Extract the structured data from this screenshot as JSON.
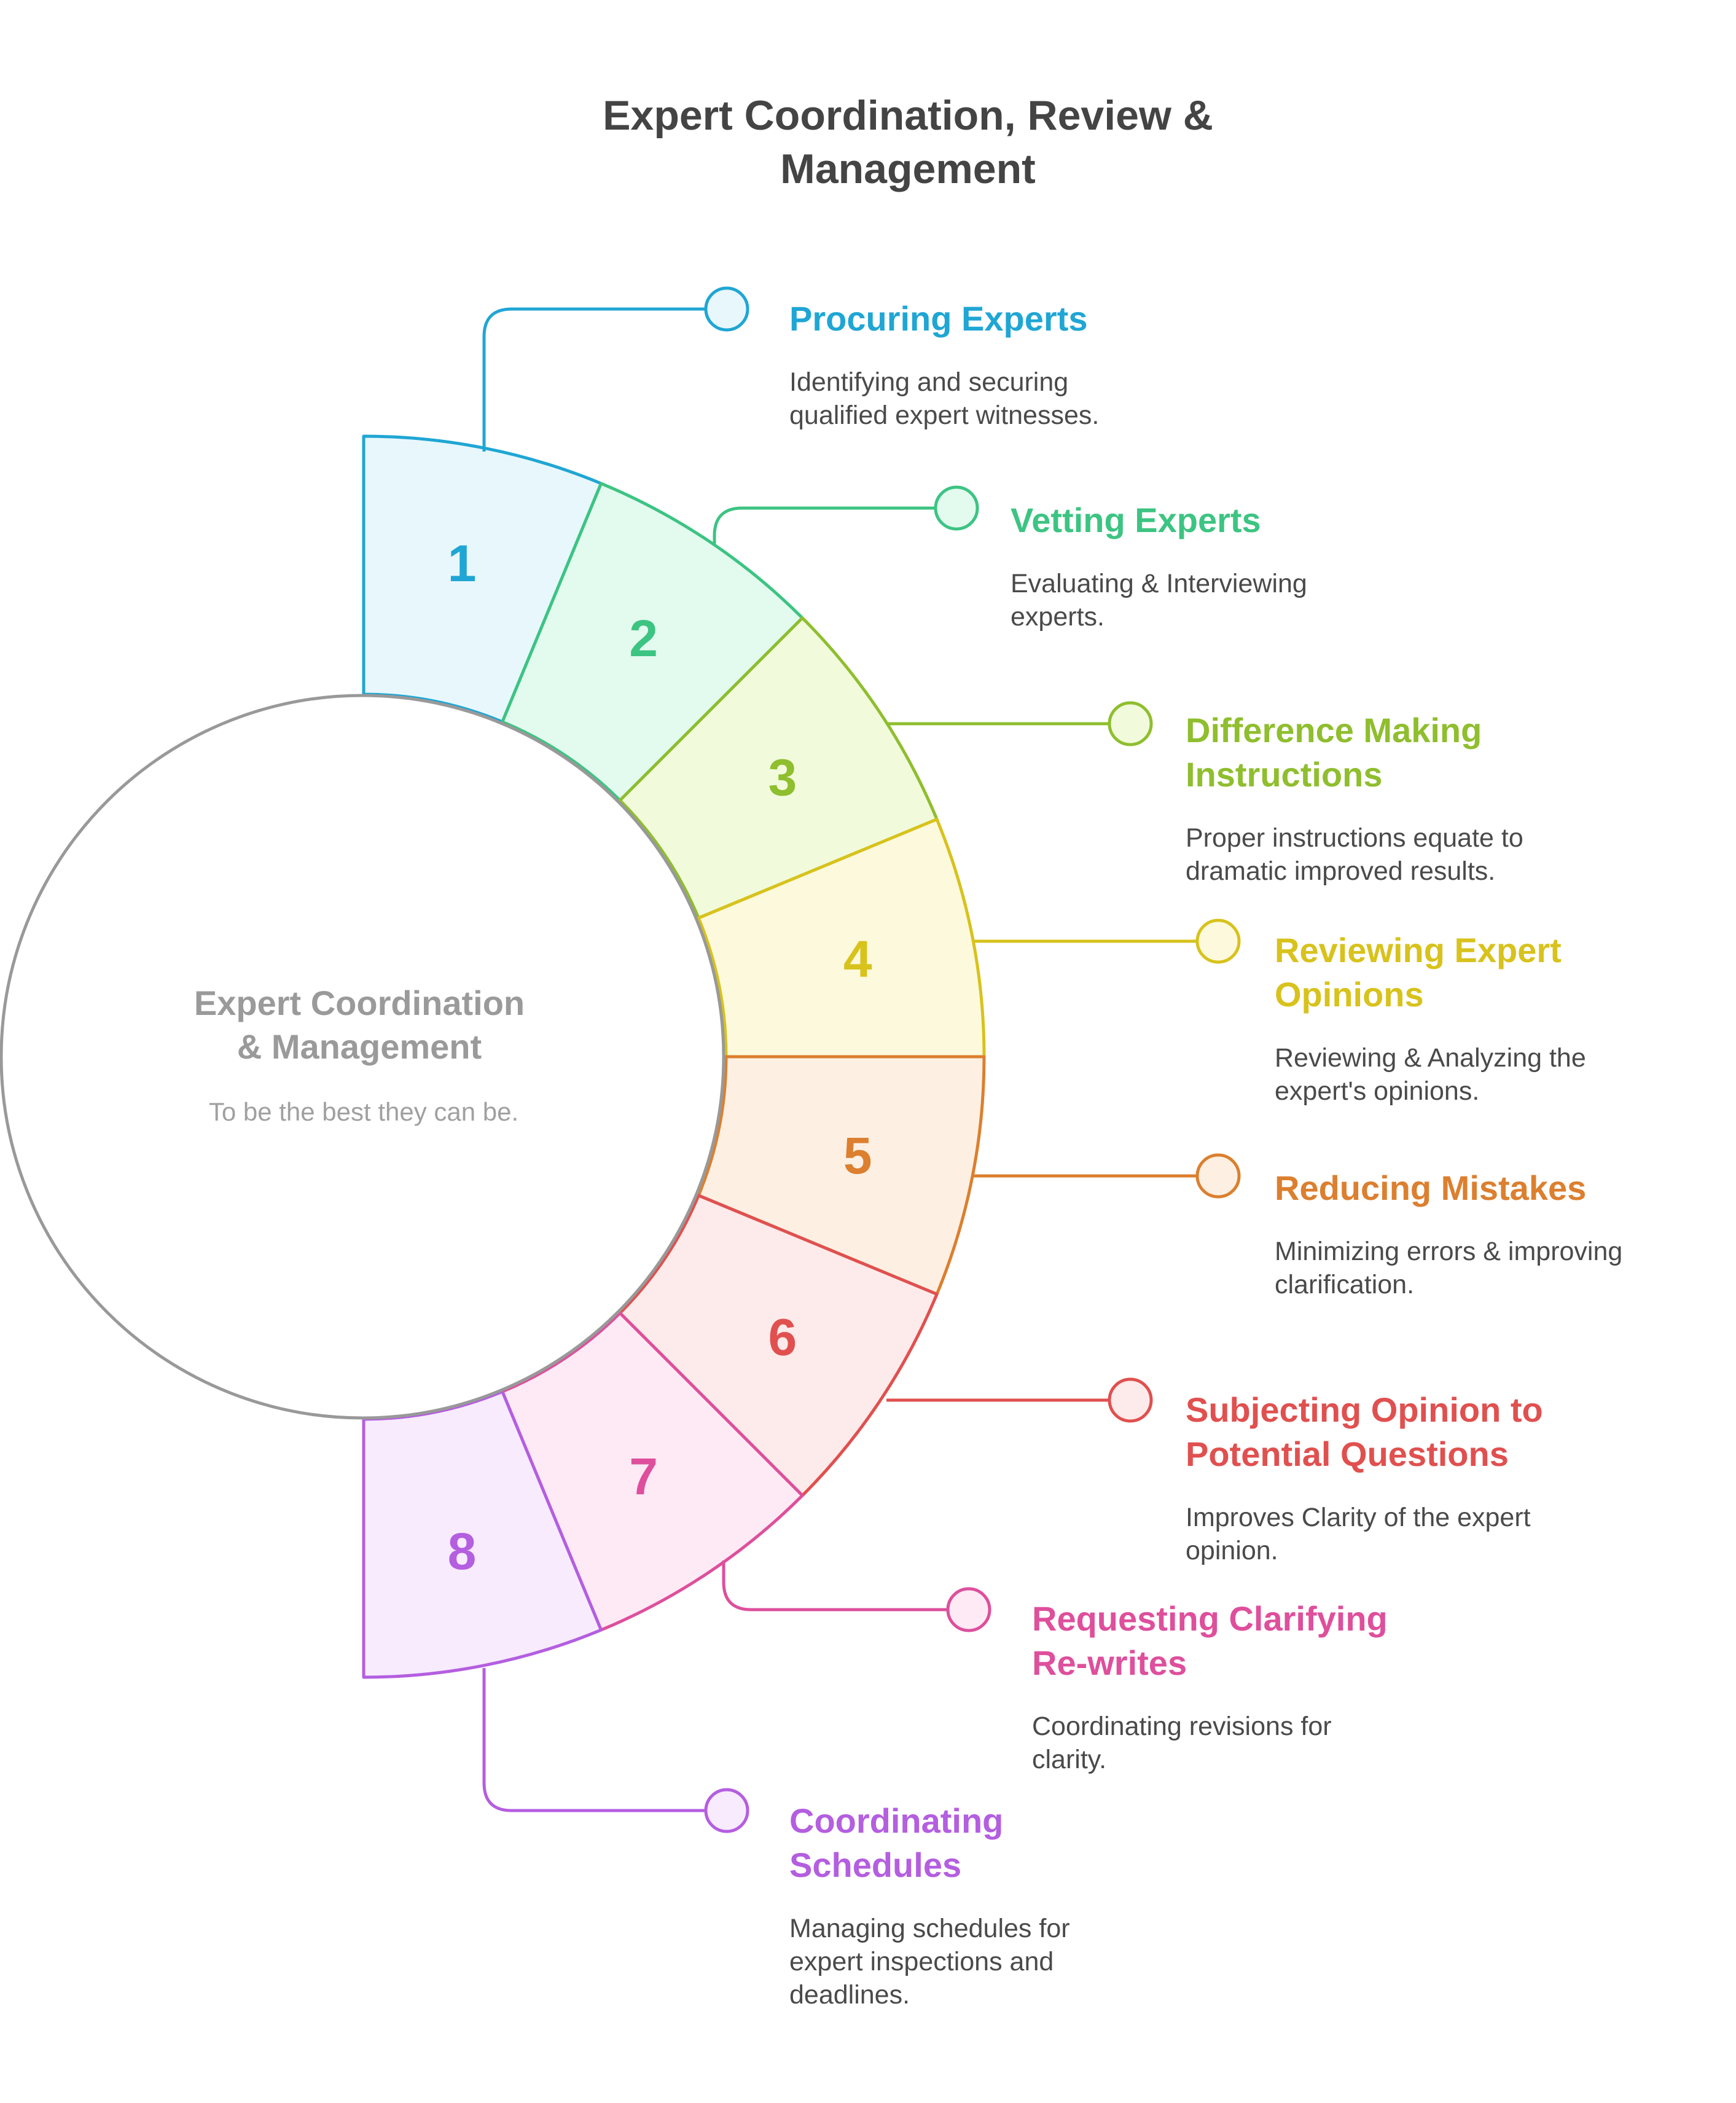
{
  "title": [
    "Expert Coordination, Review &",
    "Management"
  ],
  "center": {
    "title": [
      "Expert Coordination",
      "& Management"
    ],
    "subtitle": "To be the best they can be."
  },
  "steps": [
    {
      "number": "1",
      "title": [
        "Procuring Experts"
      ],
      "description": [
        "Identifying and securing",
        "qualified expert witnesses."
      ],
      "color": "#1fa6d4",
      "fill": "#e8f7fc"
    },
    {
      "number": "2",
      "title": [
        "Vetting Experts"
      ],
      "description": [
        "Evaluating & Interviewing",
        "experts."
      ],
      "color": "#3cc482",
      "fill": "#e3faef"
    },
    {
      "number": "3",
      "title": [
        "Difference Making",
        "Instructions"
      ],
      "description": [
        "Proper instructions equate to",
        "dramatic improved results."
      ],
      "color": "#8fbe2e",
      "fill": "#f1fbdc"
    },
    {
      "number": "4",
      "title": [
        "Reviewing Expert",
        "Opinions"
      ],
      "description": [
        "Reviewing & Analyzing the",
        "expert's opinions."
      ],
      "color": "#d8c21c",
      "fill": "#fdf9dc"
    },
    {
      "number": "5",
      "title": [
        "Reducing Mistakes"
      ],
      "description": [
        "Minimizing errors & improving",
        "clarification."
      ],
      "color": "#dc7f2f",
      "fill": "#fdf0e3"
    },
    {
      "number": "6",
      "title": [
        "Subjecting Opinion to",
        "Potential Questions"
      ],
      "description": [
        "Improves Clarity of the expert",
        "opinion."
      ],
      "color": "#e0504f",
      "fill": "#fdeaea"
    },
    {
      "number": "7",
      "title": [
        "Requesting Clarifying",
        "Re-writes"
      ],
      "description": [
        "Coordinating revisions for",
        "clarity."
      ],
      "color": "#de4f9c",
      "fill": "#fdeaf5"
    },
    {
      "number": "8",
      "title": [
        "Coordinating",
        "Schedules"
      ],
      "description": [
        "Managing schedules for",
        "expert inspections and",
        "deadlines."
      ],
      "color": "#b45ee0",
      "fill": "#f7ebfd"
    }
  ],
  "colors": {
    "title": "#444444",
    "center_title": "#9a9a9a",
    "center_subtitle": "#a0a0a0",
    "description": "#4a4a4a",
    "center_circle": "#999999"
  }
}
